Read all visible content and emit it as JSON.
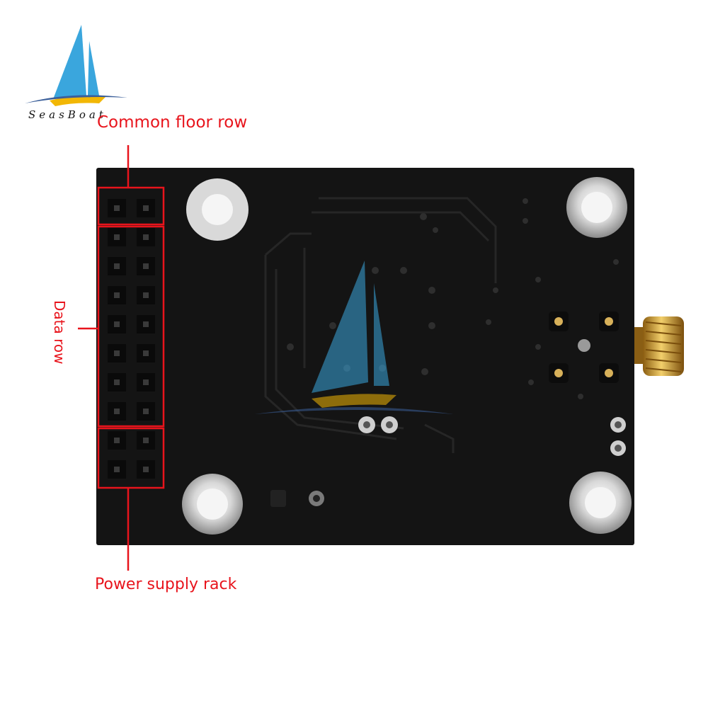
{
  "brand": {
    "name": "SeasBoat",
    "sail_color": "#3aa6dd",
    "hull_color": "#f2b705",
    "wave_color": "#3b5f9a"
  },
  "annotations": {
    "common_floor_row": "Common floor row",
    "data_row": "Data row",
    "power_supply_rack": "Power supply rack",
    "line_color": "#e8141c"
  },
  "board": {
    "pcb_color": "#141414",
    "connector_color": "#d4a13b",
    "hole_color": "#d9d9d9"
  }
}
